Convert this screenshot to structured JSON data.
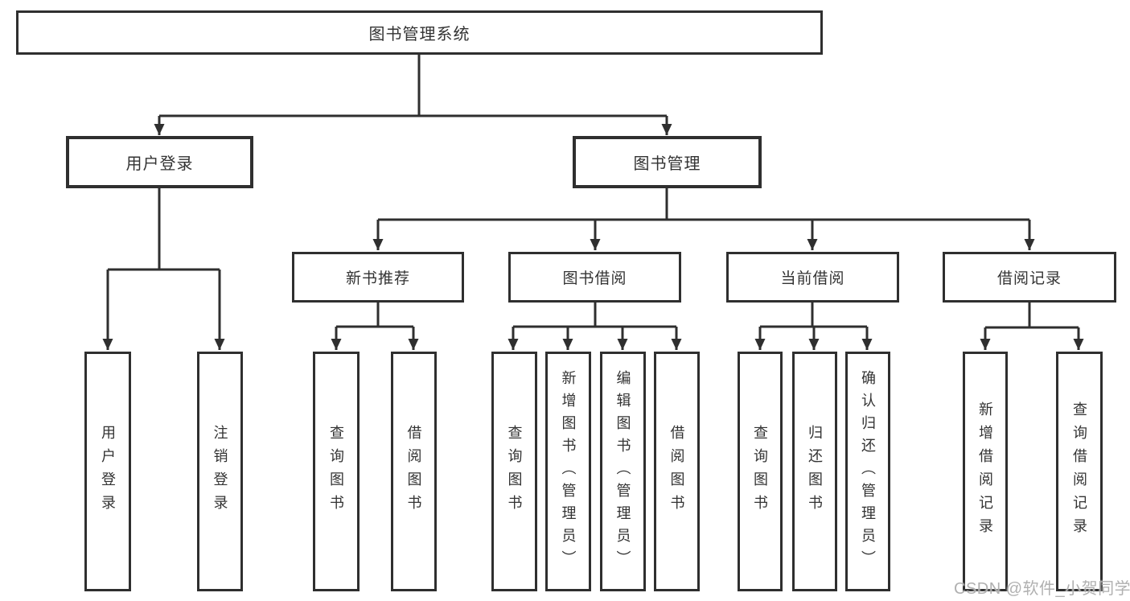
{
  "colors": {
    "background": "#ffffff",
    "line": "#2f2f2f",
    "text": "#333333",
    "watermark": "#acacac"
  },
  "tree": {
    "root": {
      "label": "图书管理系统"
    },
    "branches": [
      {
        "label": "用户登录",
        "children": [
          {
            "label": "用户登录"
          },
          {
            "label": "注销登录"
          }
        ]
      },
      {
        "label": "图书管理",
        "children": [
          {
            "label": "新书推荐",
            "children": [
              {
                "label": "查询图书"
              },
              {
                "label": "借阅图书"
              }
            ]
          },
          {
            "label": "图书借阅",
            "children": [
              {
                "label": "查询图书"
              },
              {
                "label": "新增图书（管理员）"
              },
              {
                "label": "编辑图书（管理员）"
              },
              {
                "label": "借阅图书"
              }
            ]
          },
          {
            "label": "当前借阅",
            "children": [
              {
                "label": "查询图书"
              },
              {
                "label": "归还图书"
              },
              {
                "label": "确认归还（管理员）"
              }
            ]
          },
          {
            "label": "借阅记录",
            "children": [
              {
                "label": "新增借阅记录"
              },
              {
                "label": "查询借阅记录"
              }
            ]
          }
        ]
      }
    ]
  },
  "watermark": {
    "text": "CSDN @软件_小贺同学"
  }
}
